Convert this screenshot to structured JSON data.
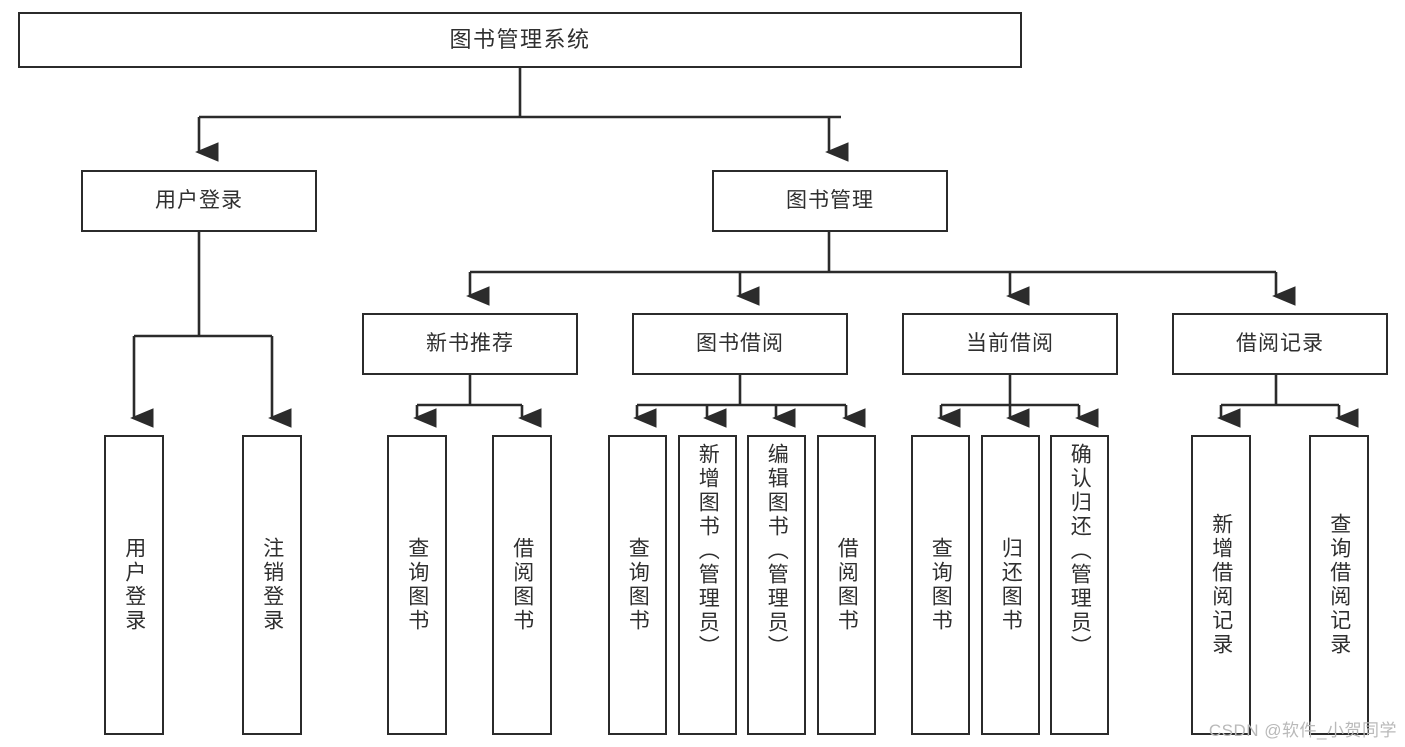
{
  "diagram": {
    "title": "图书管理系统",
    "type": "tree-hierarchy-diagram",
    "colors": {
      "box_border": "#2b2b2b",
      "box_fill": "#ffffff",
      "text": "#2f2f2f",
      "connector": "#2b2b2b",
      "watermark": "#b9b9b9",
      "background": "#ffffff"
    }
  },
  "root": {
    "label": "图书管理系统"
  },
  "level2": [
    {
      "label": "用户登录"
    },
    {
      "label": "图书管理"
    }
  ],
  "level3": [
    {
      "label": "新书推荐"
    },
    {
      "label": "图书借阅"
    },
    {
      "label": "当前借阅"
    },
    {
      "label": "借阅记录"
    }
  ],
  "leaves": {
    "user_login": [
      {
        "label": "用户登录"
      },
      {
        "label": "注销登录"
      }
    ],
    "new_book_recommend": [
      {
        "label": "查询图书"
      },
      {
        "label": "借阅图书"
      }
    ],
    "book_borrow": [
      {
        "label": "查询图书"
      },
      {
        "label": "新增图书（管理员）"
      },
      {
        "label": "编辑图书（管理员）"
      },
      {
        "label": "借阅图书"
      }
    ],
    "current_borrow": [
      {
        "label": "查询图书"
      },
      {
        "label": "归还图书"
      },
      {
        "label": "确认归还（管理员）"
      }
    ],
    "borrow_record": [
      {
        "label": "新增借阅记录"
      },
      {
        "label": "查询借阅记录"
      }
    ]
  },
  "watermark": {
    "text": "CSDN @软件_小贺同学"
  }
}
